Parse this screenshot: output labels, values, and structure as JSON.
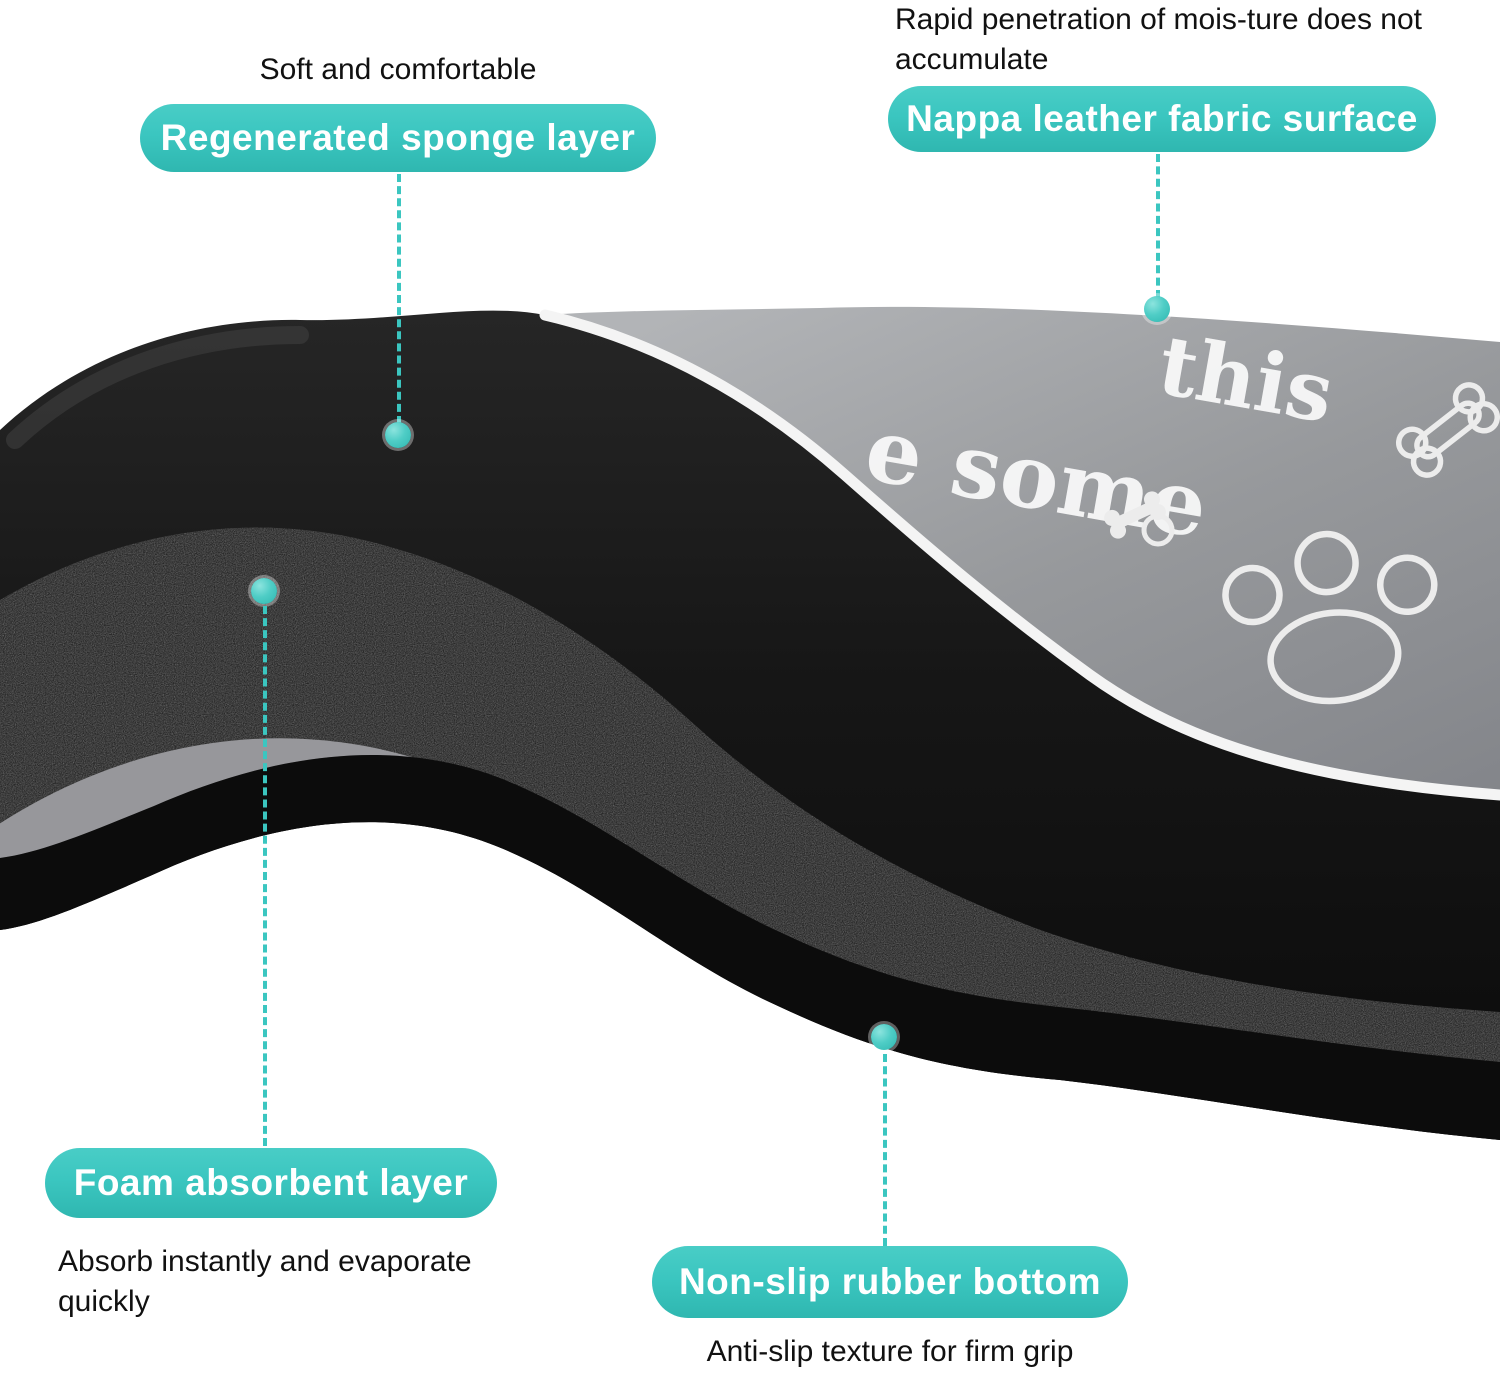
{
  "colors": {
    "teal": "#3BC6C0",
    "teal_dark": "#2FB7B0",
    "ink": "#141414",
    "mat_top_gray": "#97999C",
    "mat_black": "#141414",
    "mat_foam": "#272727",
    "mat_rubber": "#0C0C0C",
    "edge_white": "#F4F4F4"
  },
  "callouts": {
    "sponge": {
      "note": "Soft and comfortable",
      "label": "Regenerated sponge layer"
    },
    "nappa": {
      "note": "Rapid penetration of mois-ture does not accumulate",
      "label": "Nappa leather fabric surface"
    },
    "foam": {
      "label": "Foam absorbent layer",
      "note": "Absorb instantly and evaporate quickly"
    },
    "rubber": {
      "label": "Non-slip rubber bottom",
      "note": "Anti-slip texture for firm grip"
    }
  },
  "mat_print": {
    "word1": "this",
    "word2": "e some"
  }
}
